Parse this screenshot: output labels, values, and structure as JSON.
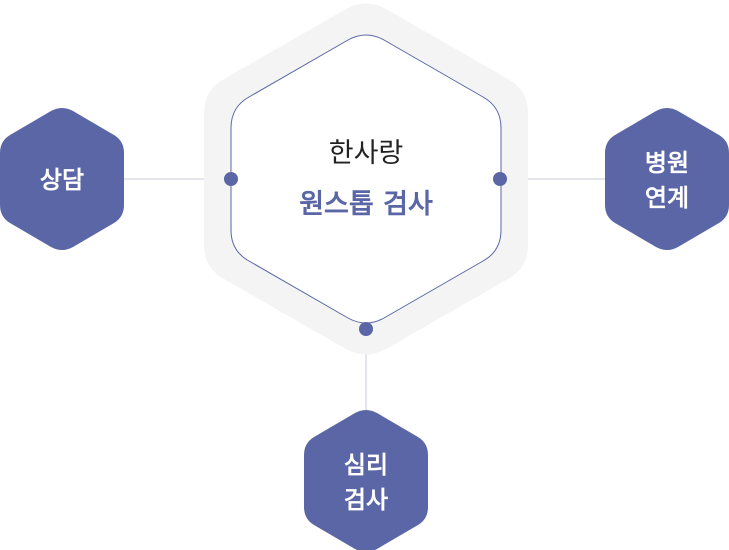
{
  "center": {
    "line1": "한사랑",
    "line2": "원스톱 검사"
  },
  "nodes": {
    "left": {
      "lines": [
        "상담"
      ]
    },
    "right": {
      "lines": [
        "병원",
        "연계"
      ]
    },
    "bottom": {
      "lines": [
        "심리",
        "검사"
      ]
    }
  },
  "colors": {
    "accent": "#5b66a6",
    "halo": "#f4f4f5",
    "connector": "#c9cbd6",
    "outline": "#5b66a6"
  }
}
